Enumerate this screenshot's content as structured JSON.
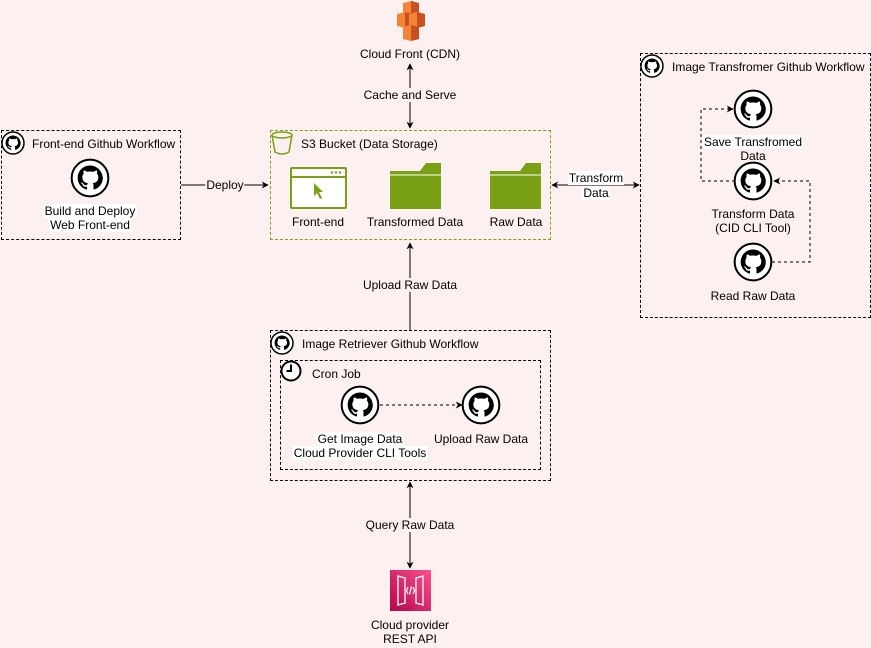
{
  "cdn": {
    "label": "Cloud Front (CDN)"
  },
  "edge_labels": {
    "cache_and_serve": "Cache and Serve",
    "deploy": "Deploy",
    "transform_data_1": "Transform",
    "transform_data_2": "Data",
    "upload_raw_data": "Upload Raw Data",
    "query_raw_data": "Query Raw Data"
  },
  "s3": {
    "title": "S3 Bucket (Data Storage)",
    "items": {
      "frontend": "Front-end",
      "transformed": "Transformed Data",
      "raw": "Raw Data"
    }
  },
  "frontend_workflow": {
    "title": "Front-end Github Workflow",
    "step_line1": "Build and Deploy",
    "step_line2": "Web Front-end"
  },
  "transformer_workflow": {
    "title": "Image Transfromer Github Workflow",
    "save_line1": "Save Transfromed",
    "save_line2": "Data",
    "transform_line1": "Transform Data",
    "transform_line2": "(CID CLI Tool)",
    "read": "Read Raw Data"
  },
  "retriever_workflow": {
    "title": "Image Retriever Github Workflow",
    "cron": "Cron Job",
    "get_line1": "Get Image Data",
    "get_line2": "Cloud Provider CLI Tools",
    "upload": "Upload Raw Data"
  },
  "api": {
    "line1": "Cloud provider",
    "line2": "REST API"
  },
  "colors": {
    "background": "#fdf0f0",
    "s3_green": "#7aa116",
    "cloudfront_orange": "#e7821c",
    "api_pink": "#e7157b"
  }
}
